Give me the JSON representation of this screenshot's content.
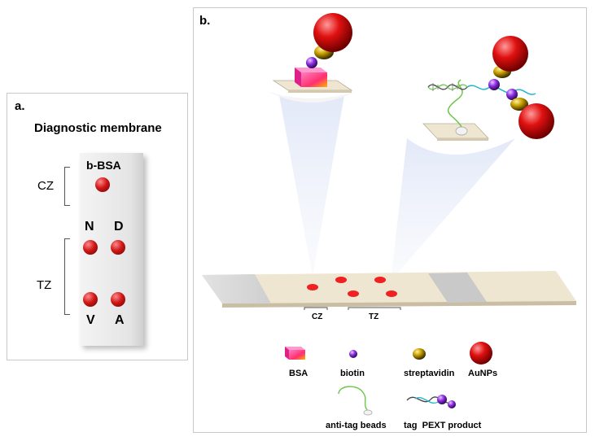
{
  "panel_a": {
    "label": "a.",
    "title": "Diagnostic membrane",
    "zones": {
      "control": "CZ",
      "test": "TZ"
    },
    "spots": {
      "control": "b-BSA",
      "n": "N",
      "d": "D",
      "v": "V",
      "a": "A"
    }
  },
  "panel_b": {
    "label": "b.",
    "strip_zones": {
      "control": "CZ",
      "test": "TZ"
    },
    "legend": {
      "bsa": "BSA",
      "biotin": "biotin",
      "streptavidin": "streptavidin",
      "aunps": "AuNPs",
      "beads": "anti-tag beads",
      "product": "tag  PEXT product"
    }
  },
  "colors": {
    "aunp_red": "#e01010",
    "streptavidin_gold": "#c8a000",
    "biotin_purple": "#8a2be2",
    "bsa_pink": "#ff4fa0",
    "strip_beige": "#efe6d2",
    "teal_strand": "#1fb7c9"
  },
  "icons": [
    "aunp-sphere-icon",
    "biotin-icon",
    "streptavidin-icon",
    "bsa-cube-icon",
    "bead-strand-icon",
    "dna-helix-icon"
  ]
}
